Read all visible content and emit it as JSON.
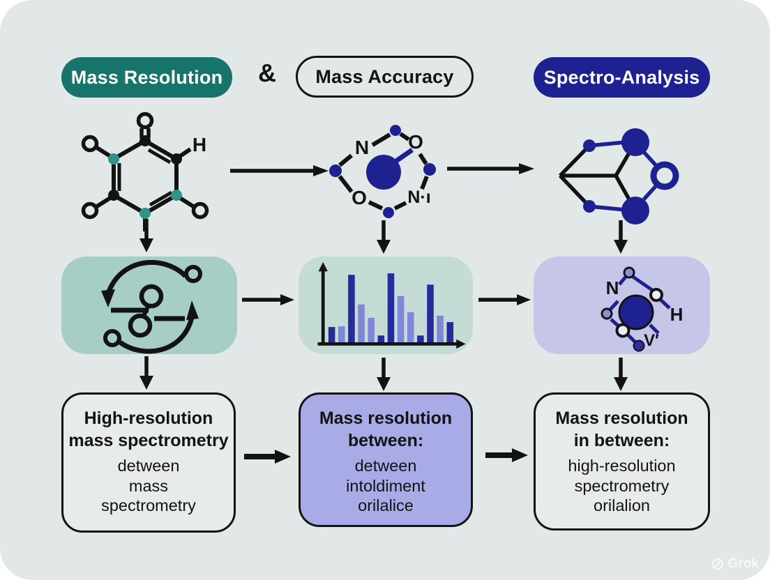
{
  "colors": {
    "canvas": "#ffffff",
    "panel": "#e2e7e8",
    "teal_pill": "#17746a",
    "navy": "#1e2190",
    "ink": "#131313",
    "teal_box": "#a6cec7",
    "spectrum_box": "#c4dbd6",
    "lavender_box": "#c6c6e9",
    "purple_box": "#a9abe6",
    "bar_dark": "#262b9b",
    "bar_light": "#8286d8",
    "teal_atom": "#2f9488"
  },
  "header": {
    "pill_left": "Mass Resolution",
    "ampersand": "&",
    "pill_middle": "Mass Accuracy",
    "pill_right": "Spectro-Analysis"
  },
  "molecule_left": {
    "atom_top": "O",
    "atom_upper_left": "O",
    "atom_upper_right": "H",
    "atom_lower_left": "O",
    "atom_lower_right": "O"
  },
  "molecule_middle": {
    "label_n": "N",
    "label_o_upper": "O",
    "label_o_lower": "O",
    "label_ni": "N·ı"
  },
  "molecule_lavender": {
    "label_n": "N",
    "label_h": "H",
    "label_v": "V′"
  },
  "spectrum": {
    "type": "bar",
    "bars": [
      {
        "h": 0.24,
        "c": "dark"
      },
      {
        "h": 0.25,
        "c": "light"
      },
      {
        "h": 0.98,
        "c": "dark"
      },
      {
        "h": 0.56,
        "c": "light"
      },
      {
        "h": 0.37,
        "c": "light"
      },
      {
        "h": 0.12,
        "c": "dark"
      },
      {
        "h": 1.0,
        "c": "dark"
      },
      {
        "h": 0.68,
        "c": "light"
      },
      {
        "h": 0.45,
        "c": "light"
      },
      {
        "h": 0.12,
        "c": "dark"
      },
      {
        "h": 0.84,
        "c": "dark"
      },
      {
        "h": 0.4,
        "c": "light"
      },
      {
        "h": 0.31,
        "c": "dark"
      }
    ]
  },
  "boxes": {
    "left": {
      "title": [
        "High-resolution",
        "mass spectrometry"
      ],
      "body": [
        "detween",
        "mass",
        "spectrometry"
      ]
    },
    "middle": {
      "title": [
        "Mass resolution",
        "between:"
      ],
      "body": [
        "detween",
        "intoldiment",
        "orilalice"
      ]
    },
    "right": {
      "title": [
        "Mass resolution",
        "in between:"
      ],
      "body": [
        "high-resolution",
        "spectrometry",
        "orilalion"
      ]
    }
  },
  "watermark": "Grok"
}
